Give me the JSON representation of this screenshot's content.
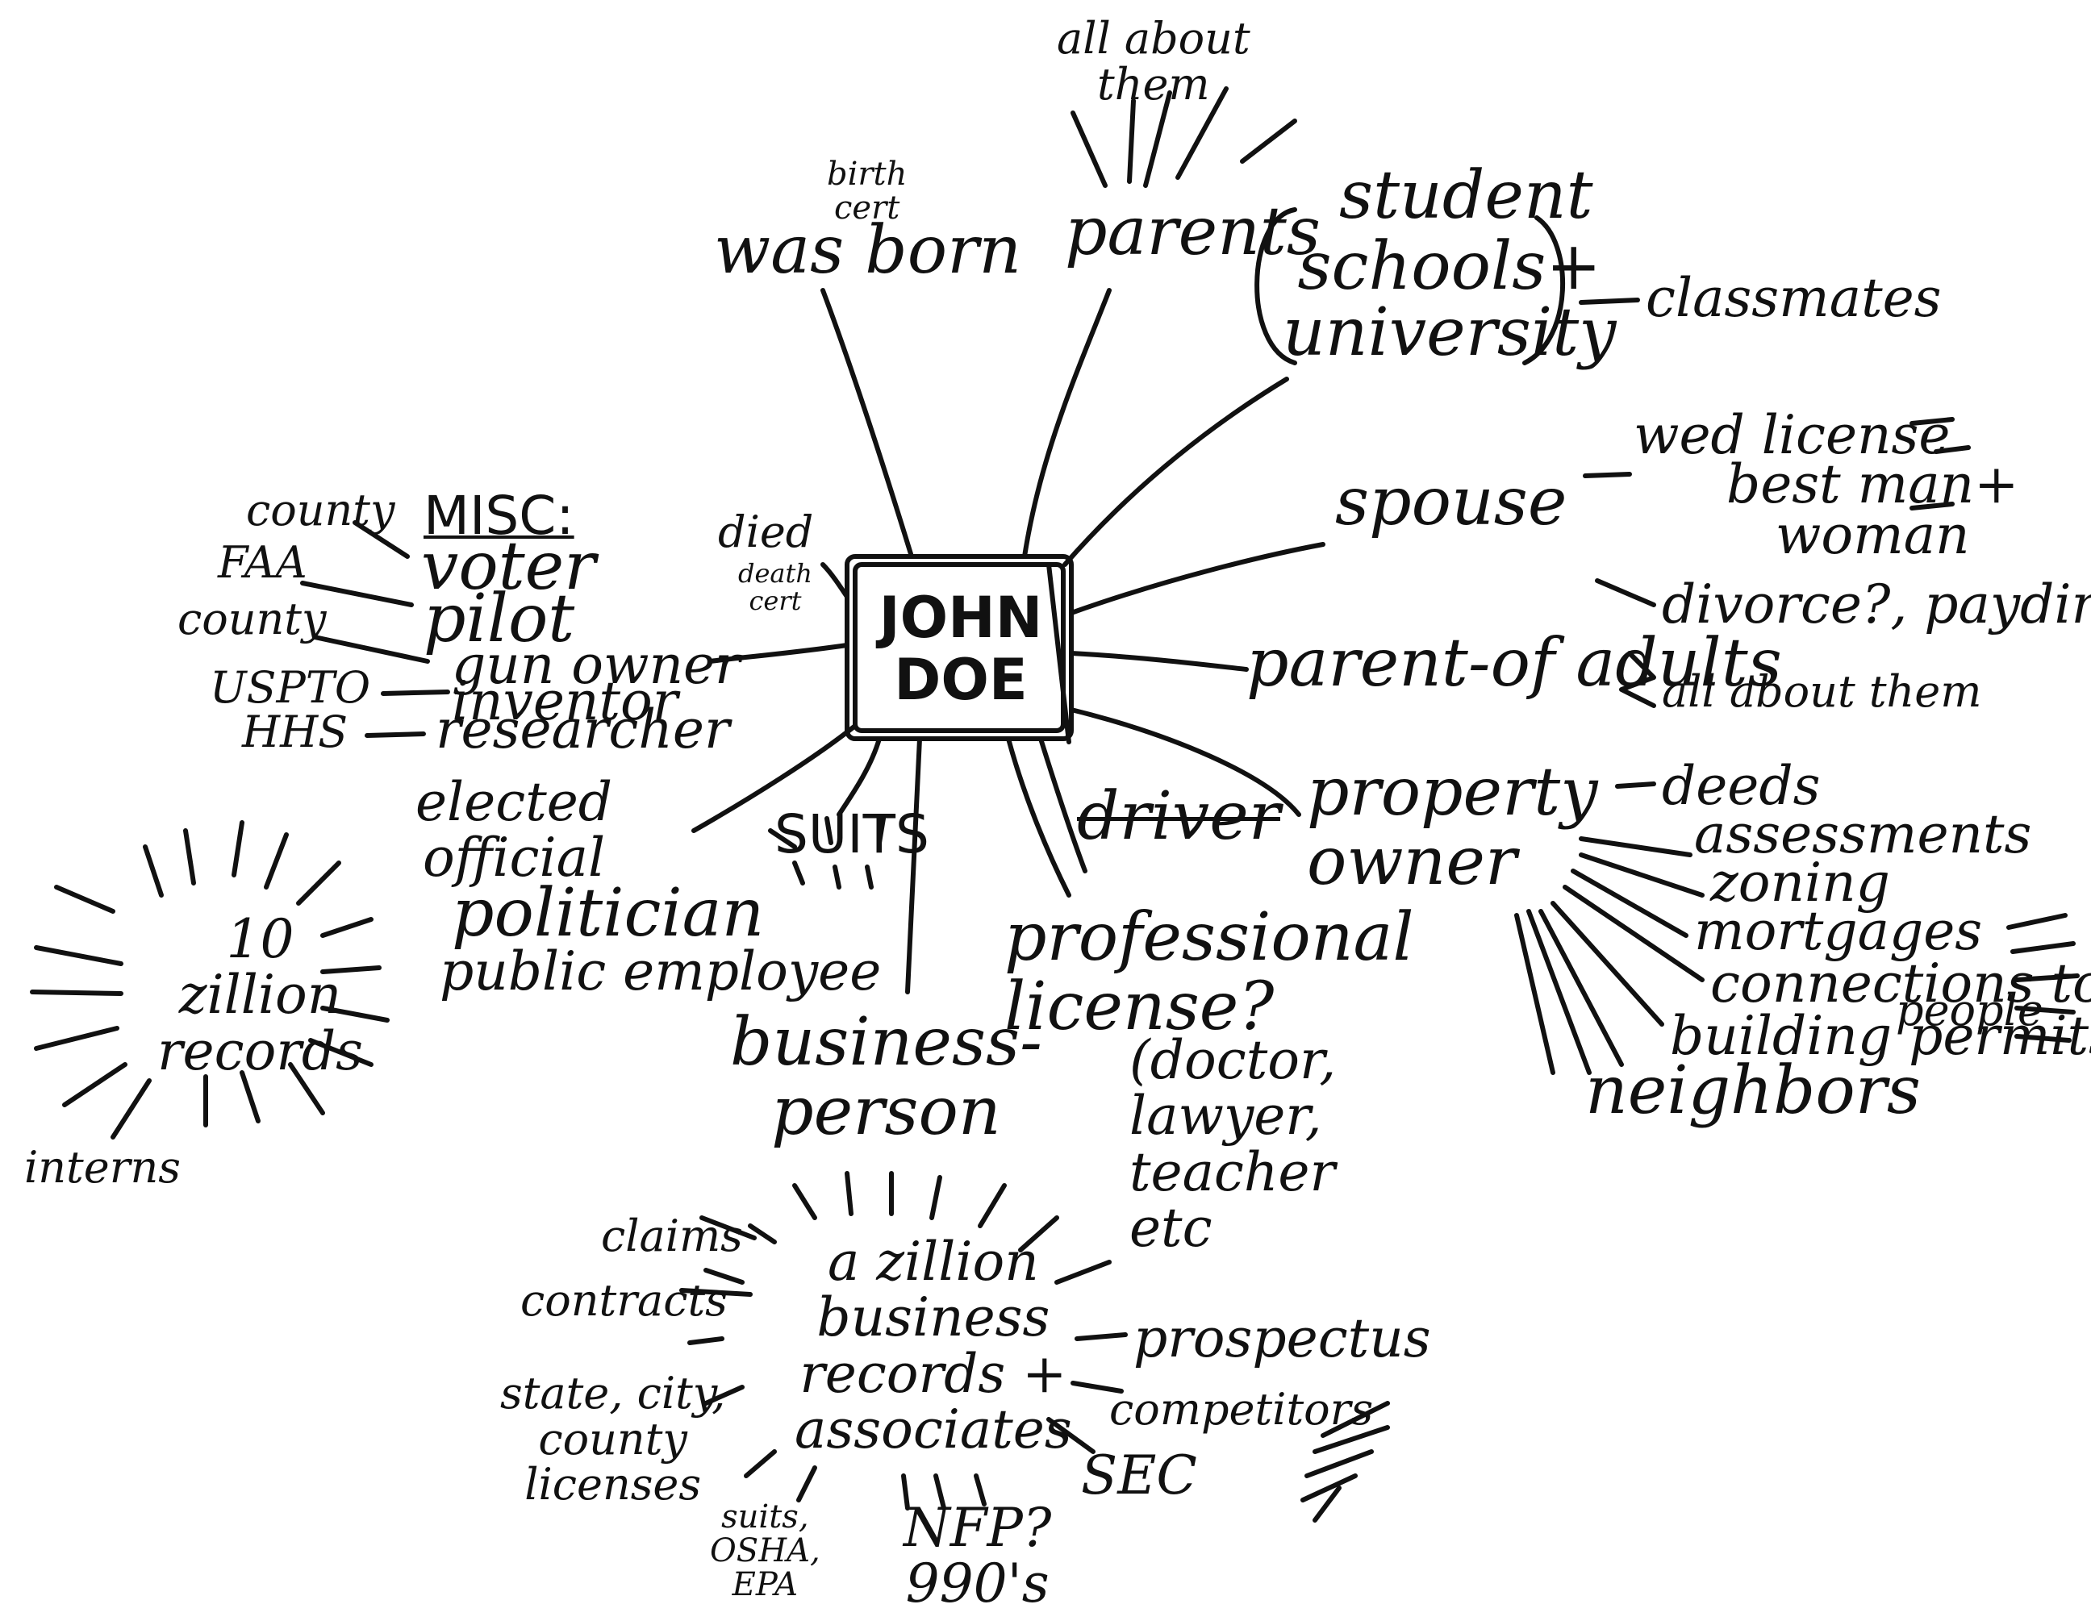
{
  "center": "JOHN\nDOE",
  "labels": {
    "birth_cert": "birth\ncert",
    "was_born": "was born",
    "all_about_them_top": "all about\nthem",
    "parents": "parents",
    "student": "student",
    "schools": "schools+\nuniversity",
    "classmates": "classmates",
    "spouse": "spouse",
    "wed_license": "wed license",
    "best_man": "best man+\nwoman",
    "divorce": "divorce?, paydirt!",
    "parent_of_adults": "parent-of adults",
    "all_about_them_right": "all about them",
    "property_owner": "property\nowner",
    "deeds": "deeds",
    "assessments": "assessments",
    "zoning": "zoning",
    "mortgages": "mortgages",
    "connections": "connections to",
    "people": "people",
    "building_permits": "building permits",
    "neighbors": "neighbors",
    "driver": "driver",
    "professional_license": "professional\nlicense?",
    "examples": "(doctor,\nlawyer,\nteacher\netc",
    "business_person": "business-\nperson",
    "business_records": "a zillion\nbusiness\nrecords +\nassociates",
    "claims": "claims",
    "contracts": "contracts",
    "state_licenses": "state, city,\ncounty\nlicenses",
    "suits_osha": "suits,\nOSHA,\nEPA",
    "nfp": "NFP?\n990's",
    "sec": "SEC",
    "prospectus": "prospectus",
    "competitors": "competitors",
    "suits": "SUITS",
    "died": "died",
    "death_cert": "death\ncert",
    "misc": "MISC:",
    "voter": "voter",
    "county_voter": "county",
    "faa": "FAA",
    "pilot": "pilot",
    "county_gun": "county",
    "gun_owner": "gun owner",
    "uspto": "USPTO",
    "inventor": "inventor",
    "hhs": "HHS",
    "researcher": "researcher",
    "elected_official": "elected\nofficial",
    "politician": "politician",
    "public_employee": "public employee",
    "gov_records": "10\nzillion\nrecords",
    "interns": "interns"
  }
}
